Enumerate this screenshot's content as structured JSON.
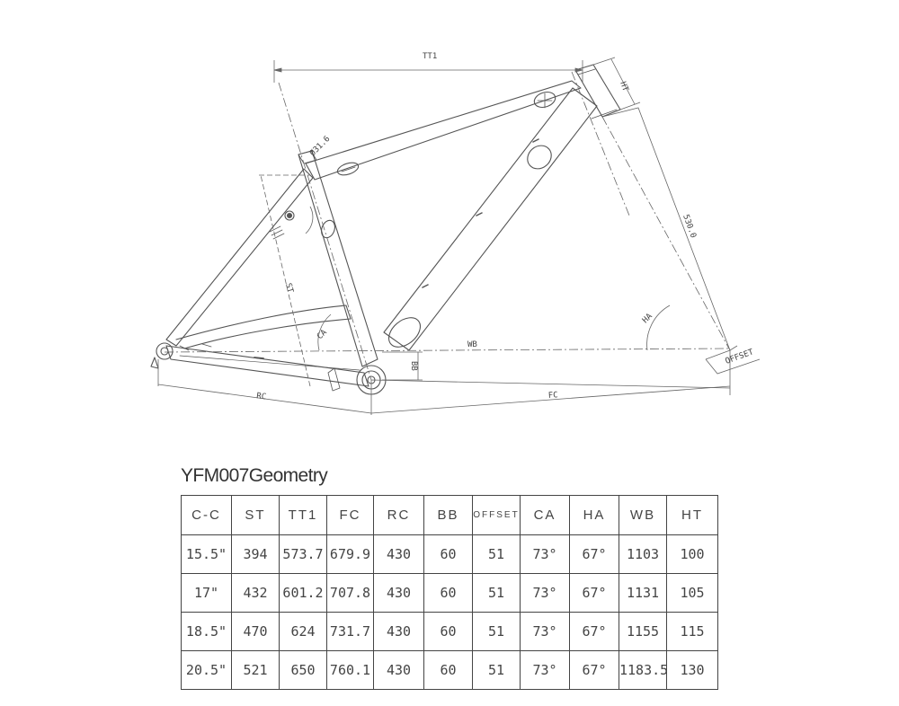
{
  "labels": {
    "tt1": "TT1",
    "ht": "HT",
    "seatpost": "Ø31.6",
    "stack": "530.0",
    "st": "ST",
    "ca": "CA",
    "ha": "HA",
    "wb": "WB",
    "bb": "BB",
    "offset": "OFFSET",
    "rc": "RC",
    "fc": "FC"
  },
  "table": {
    "title": "YFM007Geometry",
    "headers": [
      "C-C",
      "ST",
      "TT1",
      "FC",
      "RC",
      "BB",
      "OFFSET",
      "CA",
      "HA",
      "WB",
      "HT"
    ],
    "rows": [
      [
        "15.5\"",
        "394",
        "573.7",
        "679.9",
        "430",
        "60",
        "51",
        "73°",
        "67°",
        "1103",
        "100"
      ],
      [
        "17\"",
        "432",
        "601.2",
        "707.8",
        "430",
        "60",
        "51",
        "73°",
        "67°",
        "1131",
        "105"
      ],
      [
        "18.5\"",
        "470",
        "624",
        "731.7",
        "430",
        "60",
        "51",
        "73°",
        "67°",
        "1155",
        "115"
      ],
      [
        "20.5\"",
        "521",
        "650",
        "760.1",
        "430",
        "60",
        "51",
        "73°",
        "67°",
        "1183.5",
        "130"
      ]
    ]
  }
}
